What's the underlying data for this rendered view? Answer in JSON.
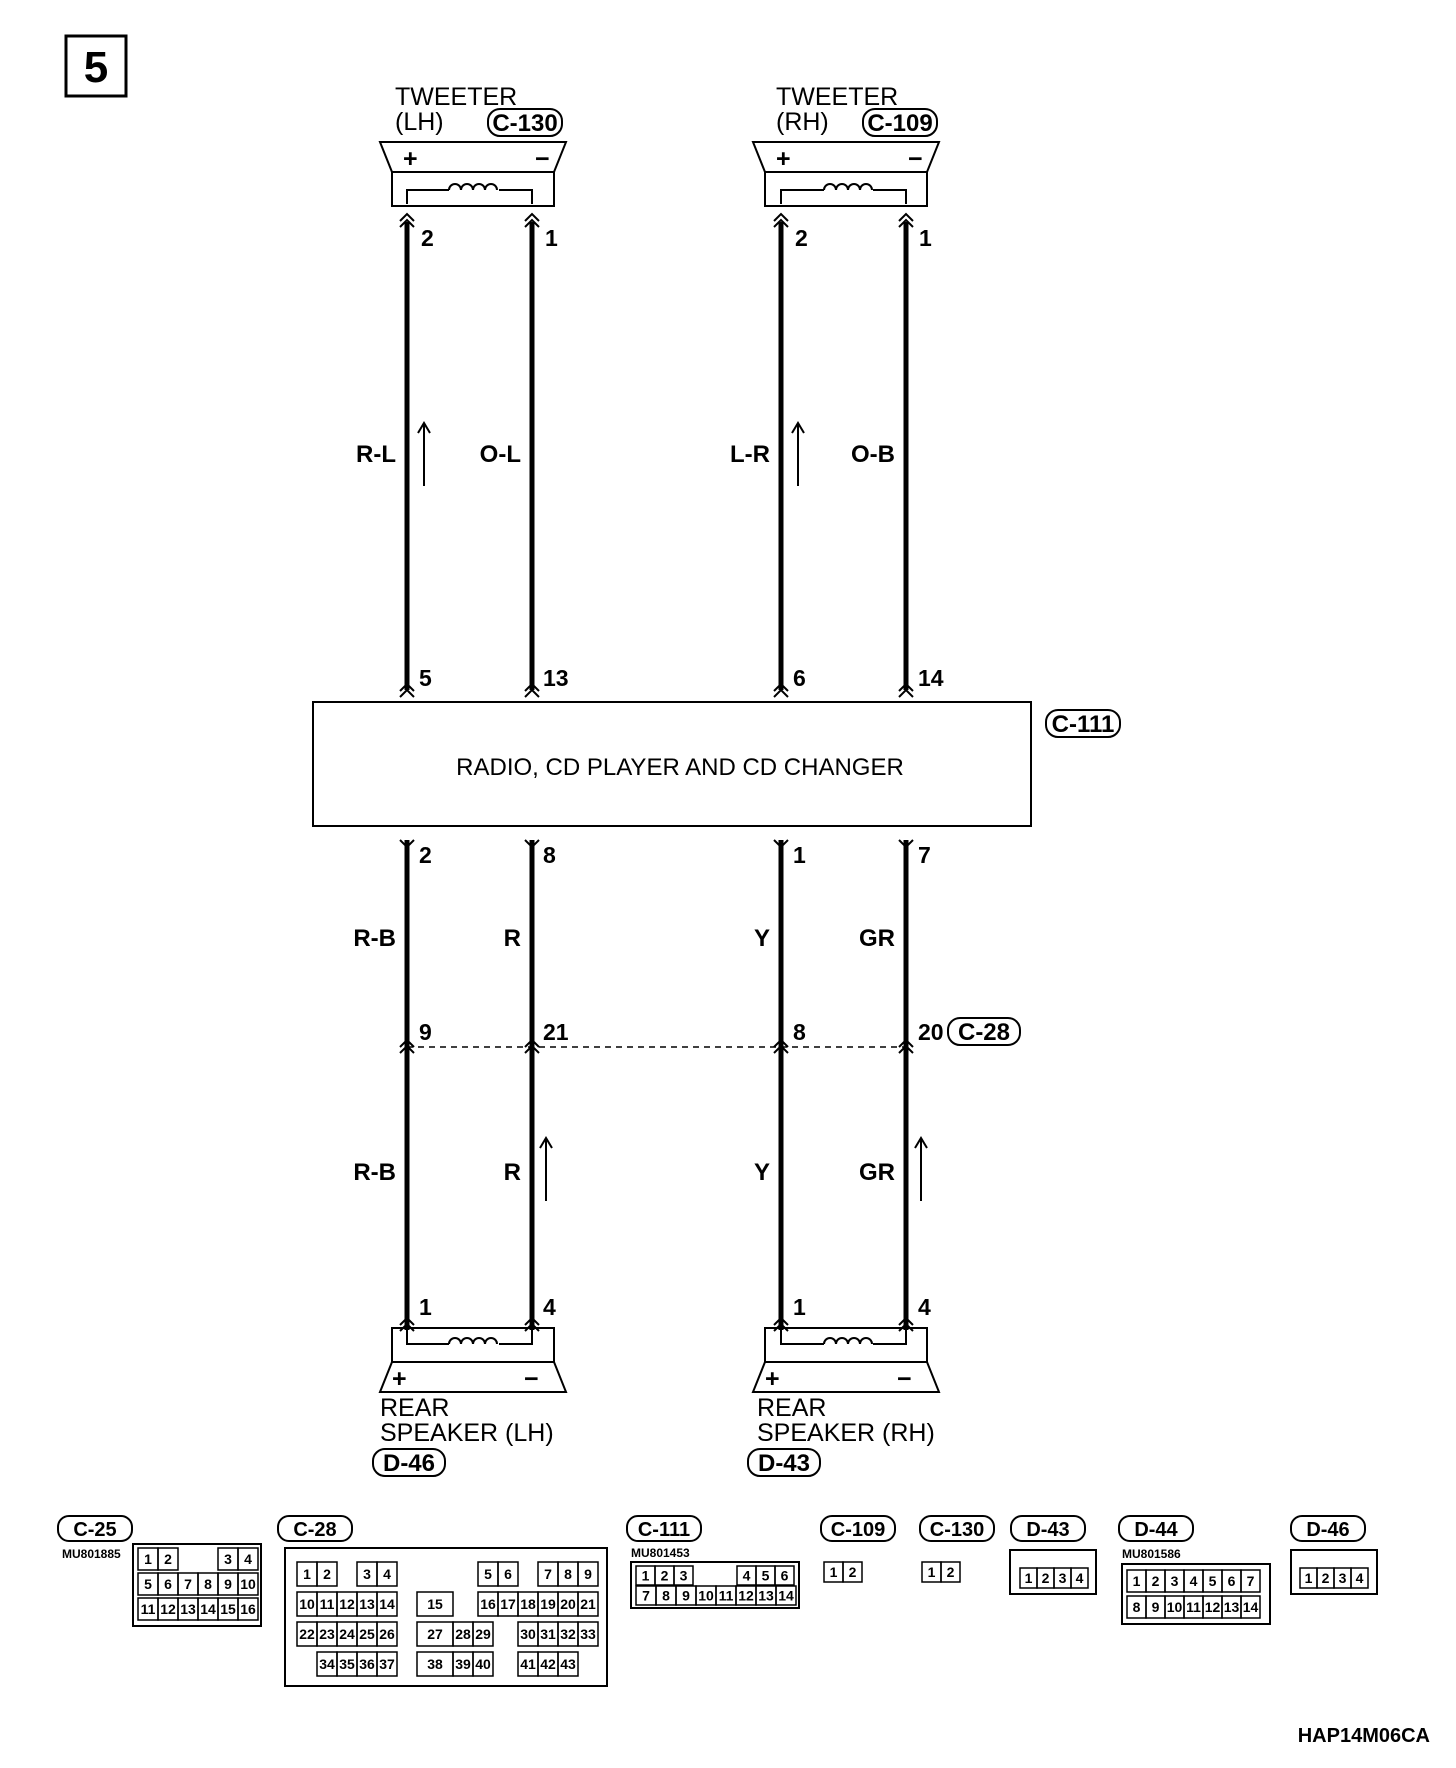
{
  "page_number": "5",
  "figure_code": "HAP14M06CA",
  "central_unit": {
    "label": "RADIO, CD PLAYER AND CD CHANGER",
    "connector": "C-111"
  },
  "tweeter_lh": {
    "title": "TWEETER",
    "side": "(LH)",
    "connector": "C-130",
    "pin_pos": "2",
    "pin_neg": "1",
    "plus": "+",
    "minus": "−"
  },
  "tweeter_rh": {
    "title": "TWEETER",
    "side": "(RH)",
    "connector": "C-109",
    "pin_pos": "2",
    "pin_neg": "1",
    "plus": "+",
    "minus": "−"
  },
  "rear_lh": {
    "line1": "REAR",
    "line2": "SPEAKER (LH)",
    "connector": "D-46",
    "pin_pos": "1",
    "pin_neg": "4",
    "plus": "+",
    "minus": "−"
  },
  "rear_rh": {
    "line1": "REAR",
    "line2": "SPEAKER (RH)",
    "connector": "D-43",
    "pin_pos": "1",
    "pin_neg": "4",
    "plus": "+",
    "minus": "−"
  },
  "upper_wires": [
    {
      "color": "R-L",
      "radio_pin": "5"
    },
    {
      "color": "O-L",
      "radio_pin": "13"
    },
    {
      "color": "L-R",
      "radio_pin": "6"
    },
    {
      "color": "O-B",
      "radio_pin": "14"
    }
  ],
  "lower_wires": [
    {
      "color_top": "R-B",
      "radio_pin": "2",
      "junction_pin": "9",
      "color_bottom": "R-B"
    },
    {
      "color_top": "R",
      "radio_pin": "8",
      "junction_pin": "21",
      "color_bottom": "R"
    },
    {
      "color_top": "Y",
      "radio_pin": "1",
      "junction_pin": "8",
      "color_bottom": "Y"
    },
    {
      "color_top": "GR",
      "radio_pin": "7",
      "junction_pin": "20",
      "color_bottom": "GR"
    }
  ],
  "junction_connector": "C-28",
  "connector_views": {
    "c25": {
      "tag": "C-25",
      "part": "MU801885",
      "row1": [
        "1",
        "2",
        "3",
        "4"
      ],
      "row2": [
        "5",
        "6",
        "7",
        "8",
        "9",
        "10"
      ],
      "row3": [
        "11",
        "12",
        "13",
        "14",
        "15",
        "16"
      ]
    },
    "c28": {
      "tag": "C-28",
      "row1": [
        "1",
        "2",
        "3",
        "4",
        "5",
        "6",
        "7",
        "8",
        "9"
      ],
      "row2": [
        "10",
        "11",
        "12",
        "13",
        "14",
        "15",
        "16",
        "17",
        "18",
        "19",
        "20",
        "21"
      ],
      "row3": [
        "22",
        "23",
        "24",
        "25",
        "26",
        "27",
        "28",
        "29",
        "30",
        "31",
        "32",
        "33"
      ],
      "row4": [
        "34",
        "35",
        "36",
        "37",
        "38",
        "39",
        "40",
        "41",
        "42",
        "43"
      ]
    },
    "c111": {
      "tag": "C-111",
      "part": "MU801453",
      "row1": [
        "1",
        "2",
        "3",
        "4",
        "5",
        "6"
      ],
      "row2": [
        "7",
        "8",
        "9",
        "10",
        "11",
        "12",
        "13",
        "14"
      ]
    },
    "c109": {
      "tag": "C-109",
      "pins": [
        "1",
        "2"
      ]
    },
    "c130": {
      "tag": "C-130",
      "pins": [
        "1",
        "2"
      ]
    },
    "d43": {
      "tag": "D-43",
      "pins": [
        "1",
        "2",
        "3",
        "4"
      ]
    },
    "d44": {
      "tag": "D-44",
      "part": "MU801586",
      "row1": [
        "1",
        "2",
        "3",
        "4",
        "5",
        "6",
        "7"
      ],
      "row2": [
        "8",
        "9",
        "10",
        "11",
        "12",
        "13",
        "14"
      ]
    },
    "d46": {
      "tag": "D-46",
      "pins": [
        "1",
        "2",
        "3",
        "4"
      ]
    }
  }
}
